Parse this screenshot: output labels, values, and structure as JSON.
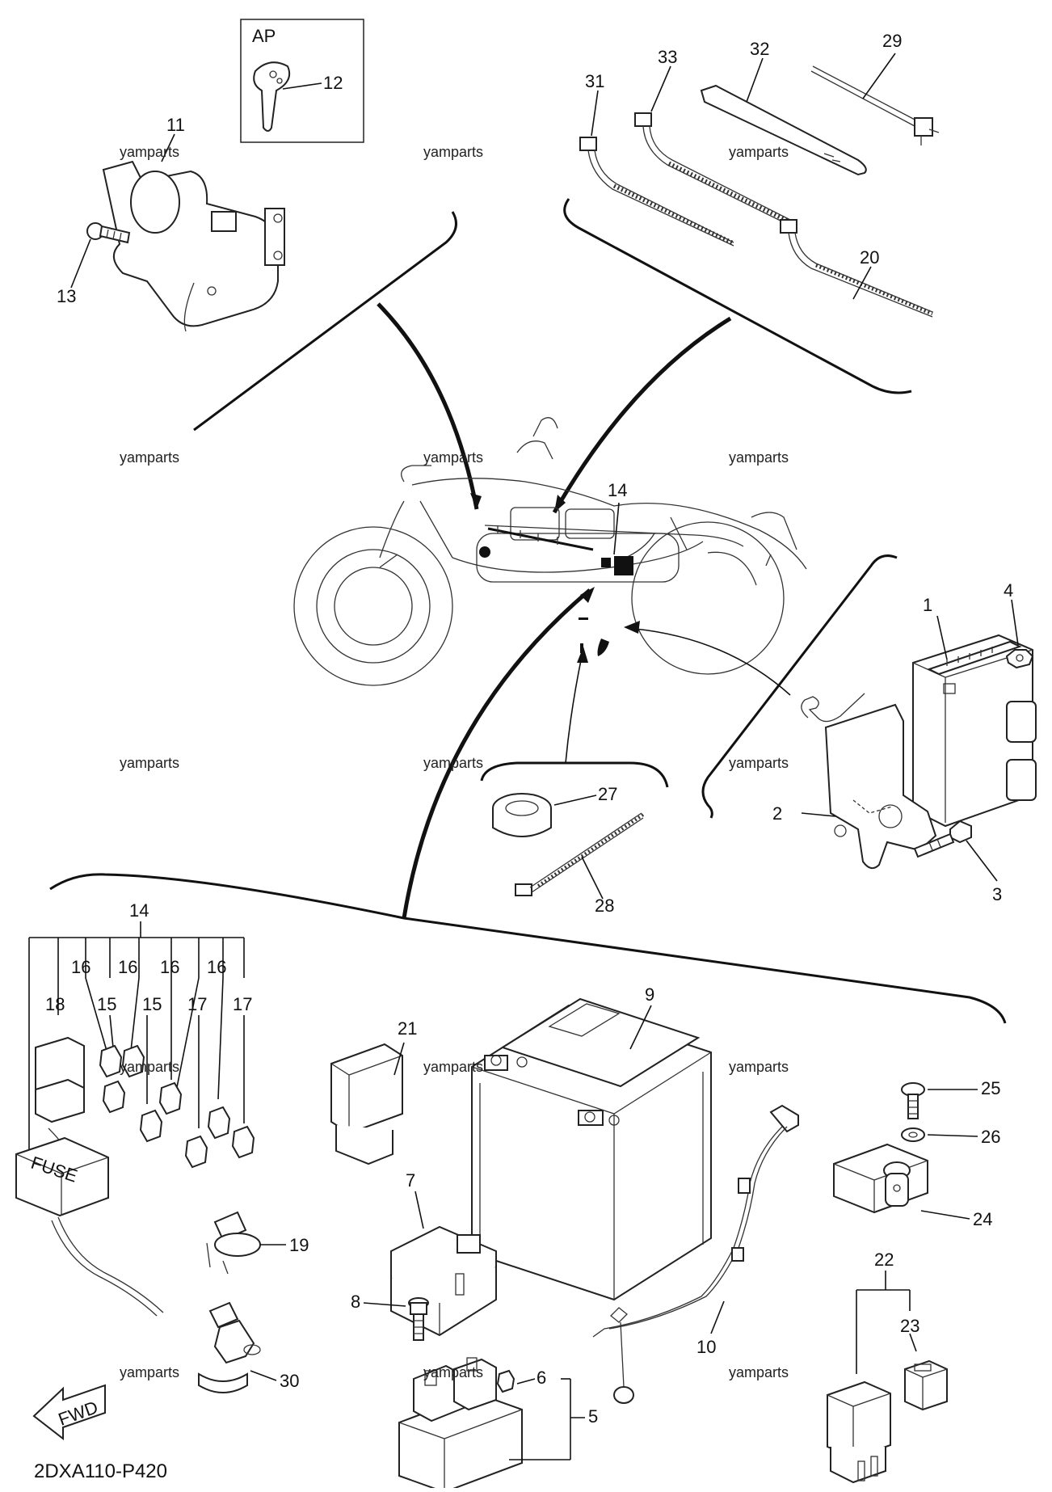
{
  "diagram": {
    "callouts": {
      "n1": "1",
      "n2": "2",
      "n3": "3",
      "n4": "4",
      "n5": "5",
      "n6": "6",
      "n7": "7",
      "n8": "8",
      "n9": "9",
      "n10": "10",
      "n11": "11",
      "n12": "12",
      "n13": "13",
      "n14a": "14",
      "n14b": "14",
      "n15a": "15",
      "n15b": "15",
      "n16a": "16",
      "n16b": "16",
      "n16c": "16",
      "n16d": "16",
      "n17a": "17",
      "n17b": "17",
      "n18": "18",
      "n19": "19",
      "n20": "20",
      "n21": "21",
      "n22": "22",
      "n23": "23",
      "n24": "24",
      "n25": "25",
      "n26": "26",
      "n27": "27",
      "n28": "28",
      "n29": "29",
      "n30": "30",
      "n31": "31",
      "n32": "32",
      "n33": "33"
    },
    "ap_label": "AP",
    "fuse_text": "FUSE",
    "fwd_text": "FWD",
    "diagram_code": "2DXA110-P420",
    "watermark": "yamparts"
  }
}
